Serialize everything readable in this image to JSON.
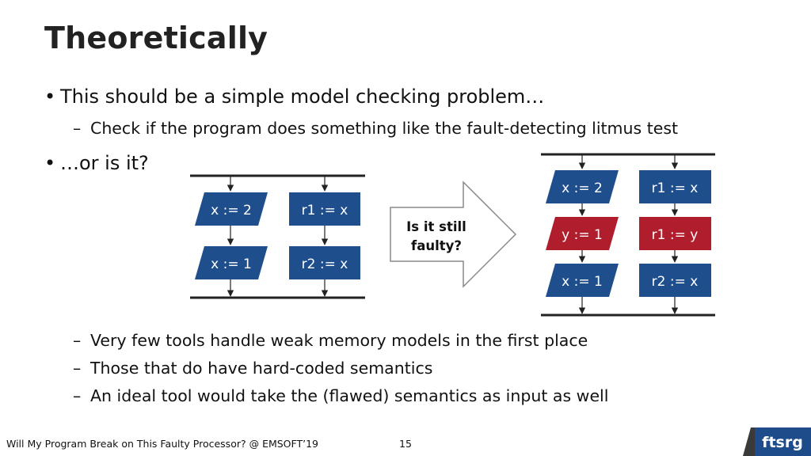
{
  "title": "Theoretically",
  "bullets": [
    {
      "text": "This should be a simple model checking problem…",
      "subs": [
        "Check if the program does something like the fault-detecting litmus test"
      ]
    },
    {
      "text": "…or is it?",
      "subs": [
        "Very few tools handle weak memory models in the first place",
        "Those that do have hard-coded semantics",
        "An ideal tool would take the (flawed) semantics as input as well"
      ]
    }
  ],
  "left_program": {
    "thread1": [
      "x := 2",
      "x := 1"
    ],
    "thread2": [
      "r1 := x",
      "r2 := x"
    ]
  },
  "arrow_label": [
    "Is it still",
    "faulty?"
  ],
  "right_program": {
    "thread1": [
      "x := 2",
      "y := 1",
      "x := 1"
    ],
    "thread2": [
      "r1 := x",
      "r1 := y",
      "r2 := x"
    ],
    "highlighted_index": 1
  },
  "colors": {
    "box_blue": "#1f4e8c",
    "box_red": "#b01e2e",
    "footer_bar": "#3a3a3a",
    "logo_bg": "#1e4b8a"
  },
  "footer": {
    "text": "Will My Program Break on This Faulty Processor? @ EMSOFT’19",
    "page": "15",
    "logo": "ftsrg"
  }
}
